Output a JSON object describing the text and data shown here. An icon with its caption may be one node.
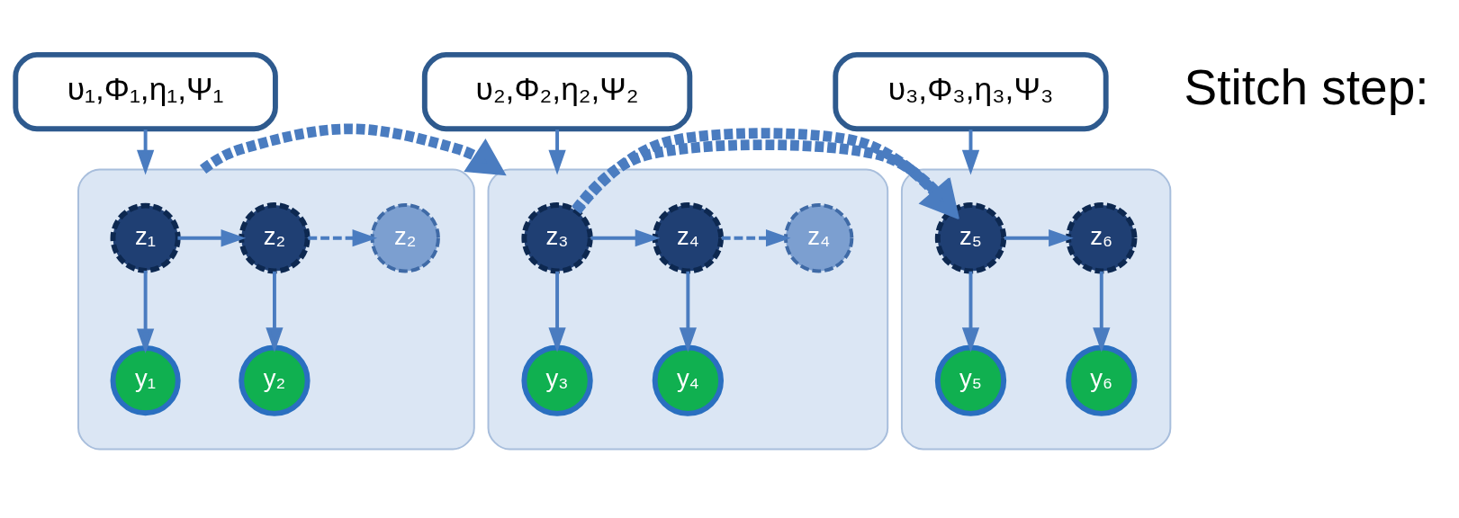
{
  "diagram": {
    "nodes": [
      {
        "text": [
          "υ₁,Φ₁,η₁,Ψ₁"
        ]
      },
      {
        "text": [
          "υ₂,Φ₂,η₂,Ψ₂"
        ]
      },
      {
        "text": [
          "υ₃,Φ₃,η₃,Ψ₃"
        ]
      },
      {
        "text": [],
        "shape": "box"
      },
      {
        "text": [
          "z₁"
        ],
        "in": 3
      },
      {
        "text": [
          "z₂"
        ],
        "in": 3
      },
      {
        "text": [
          "z₂"
        ],
        "in": 3
      },
      {
        "text": [
          "y₁"
        ],
        "in": 3
      },
      {
        "text": [
          "y₂"
        ],
        "in": 3
      },
      {
        "text": [],
        "shape": "box"
      },
      {
        "text": [
          "z₃"
        ],
        "in": 9
      },
      {
        "text": [
          "z₄"
        ],
        "in": 9
      },
      {
        "text": [
          "z₄"
        ],
        "in": 9
      },
      {
        "text": [
          "y₃"
        ],
        "in": 9
      },
      {
        "text": [
          "y₄"
        ],
        "in": 9
      },
      {
        "text": [],
        "shape": "box"
      },
      {
        "text": [
          "z₅"
        ],
        "in": 15
      },
      {
        "text": [
          "z₆"
        ],
        "in": 15
      },
      {
        "text": [
          "y₅"
        ],
        "in": 15
      },
      {
        "text": [
          "y₆"
        ],
        "in": 15
      }
    ],
    "edges": [
      {
        "from": 0,
        "to": 3,
        "arrow": "to"
      },
      {
        "from": 4,
        "to": 5,
        "arrow": "to"
      },
      {
        "from": 5,
        "to": 6,
        "arrow": "to",
        "style": "dashed"
      },
      {
        "from": 4,
        "to": 7,
        "arrow": "to"
      },
      {
        "from": 5,
        "to": 8,
        "arrow": "to"
      },
      {
        "from": 3,
        "to": 9,
        "arrow": "to",
        "style": "dashed"
      },
      {
        "from": 1,
        "to": 9,
        "arrow": "to"
      },
      {
        "from": 10,
        "to": 11,
        "arrow": "to"
      },
      {
        "from": 11,
        "to": 12,
        "arrow": "to",
        "style": "dashed"
      },
      {
        "from": 10,
        "to": 13,
        "arrow": "to"
      },
      {
        "from": 11,
        "to": 14,
        "arrow": "to"
      },
      {
        "from": 9,
        "to": 15,
        "arrow": "to",
        "style": "dashed"
      },
      {
        "from": 2,
        "to": 15,
        "arrow": "to"
      },
      {
        "from": 16,
        "to": 17,
        "arrow": "to"
      },
      {
        "from": 16,
        "to": 18,
        "arrow": "to"
      },
      {
        "from": 17,
        "to": 19,
        "arrow": "to"
      }
    ],
    "labels": [
      "Stitch step:"
    ]
  }
}
